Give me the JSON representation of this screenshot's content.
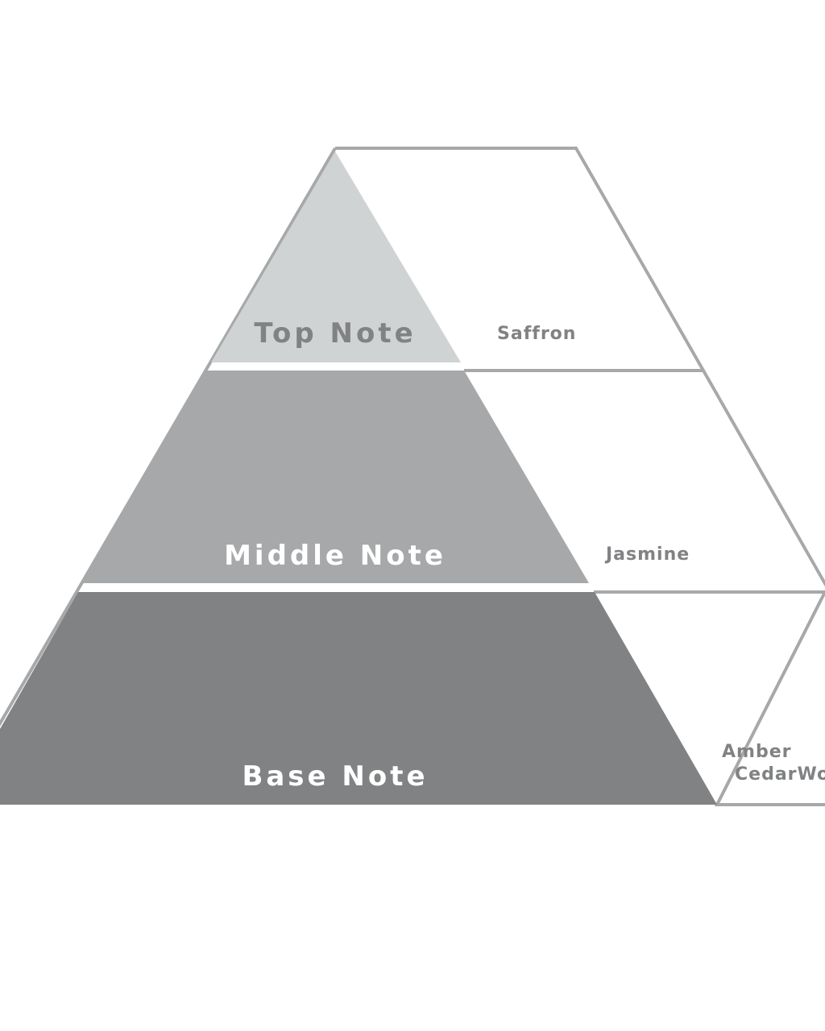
{
  "colors": {
    "outline": "#a7a8a9",
    "top_fill": "#d0d3d4",
    "middle_fill": "#a7a8a9",
    "base_fill": "#818284",
    "label_dark": "#818284",
    "label_light": "#ffffff",
    "background": "#ffffff"
  },
  "tiers": {
    "top": {
      "label": "Top Note",
      "note": "Saffron"
    },
    "middle": {
      "label": "Middle Note",
      "note": "Jasmine"
    },
    "base": {
      "label": "Base Note",
      "note_line1": "Amber",
      "note_line2": "CedarWood"
    }
  }
}
